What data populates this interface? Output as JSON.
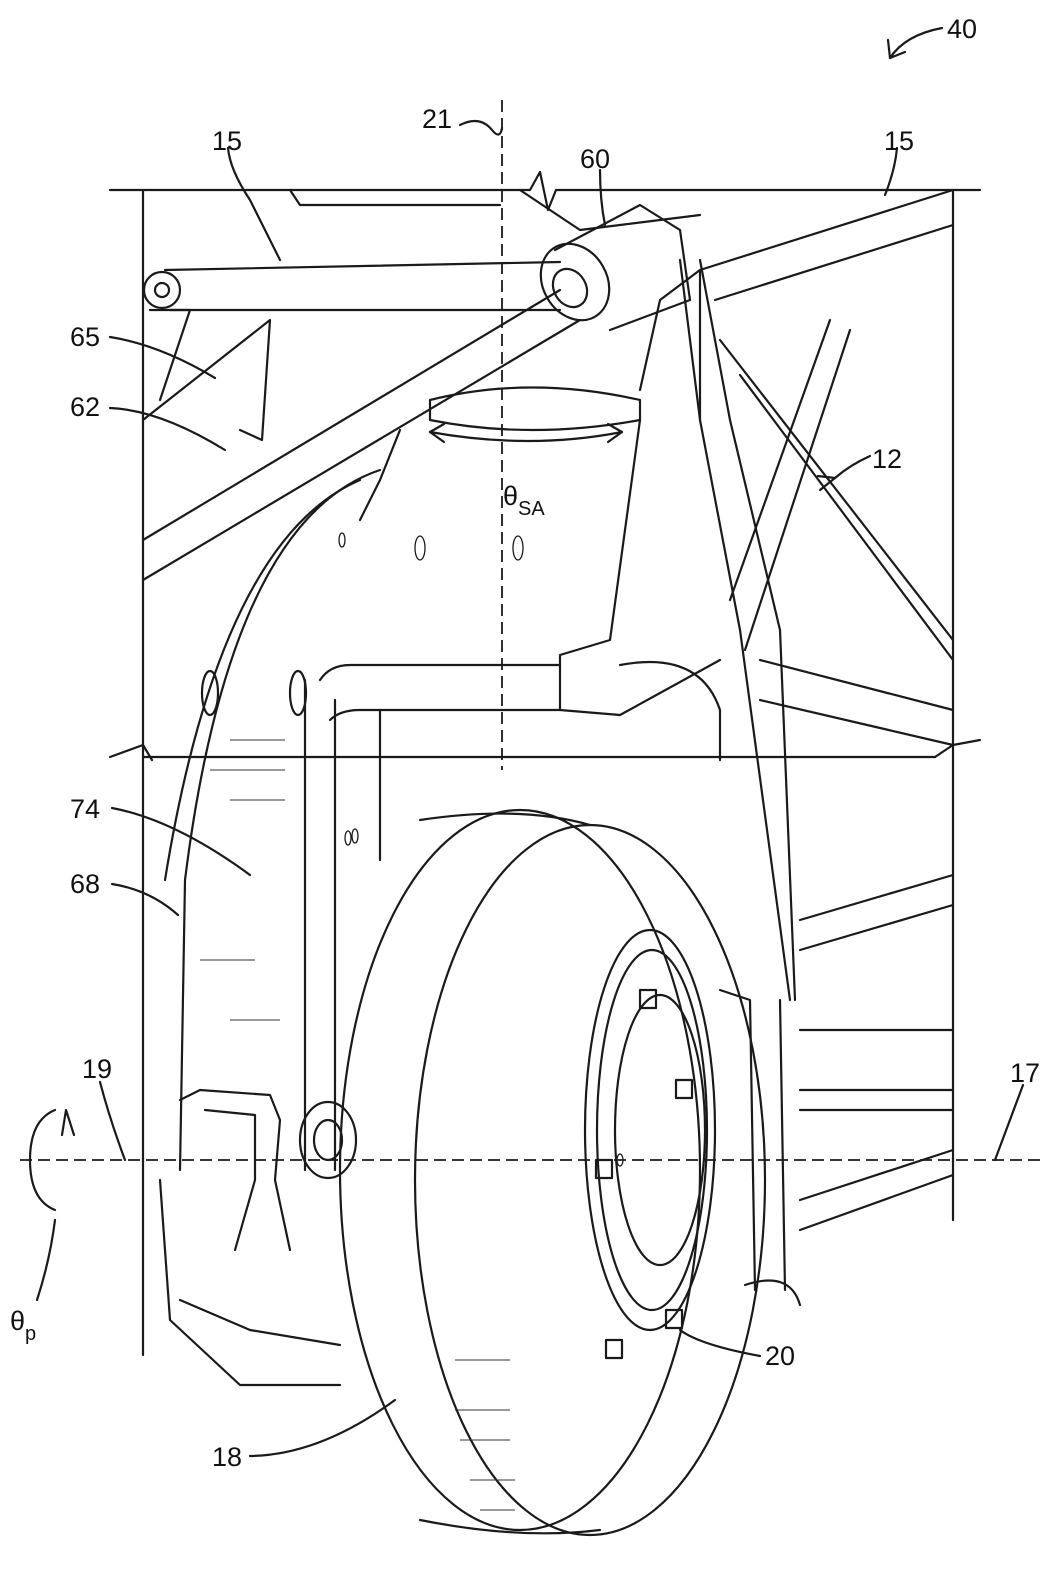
{
  "figure": {
    "ref_main": "40",
    "labels": {
      "frame_left": "15",
      "frame_right": "15",
      "steer_axis": "21",
      "pivot": "60",
      "arm_upper": "65",
      "arm_lower": "62",
      "chassis": "12",
      "steer_angle_main": "θ",
      "steer_angle_sub": "SA",
      "bracket": "74",
      "link": "68",
      "pitch_axis": "19",
      "wheel_axis": "17",
      "pitch_angle_main": "θ",
      "pitch_angle_sub": "p",
      "hub": "20",
      "wheel": "18"
    }
  }
}
